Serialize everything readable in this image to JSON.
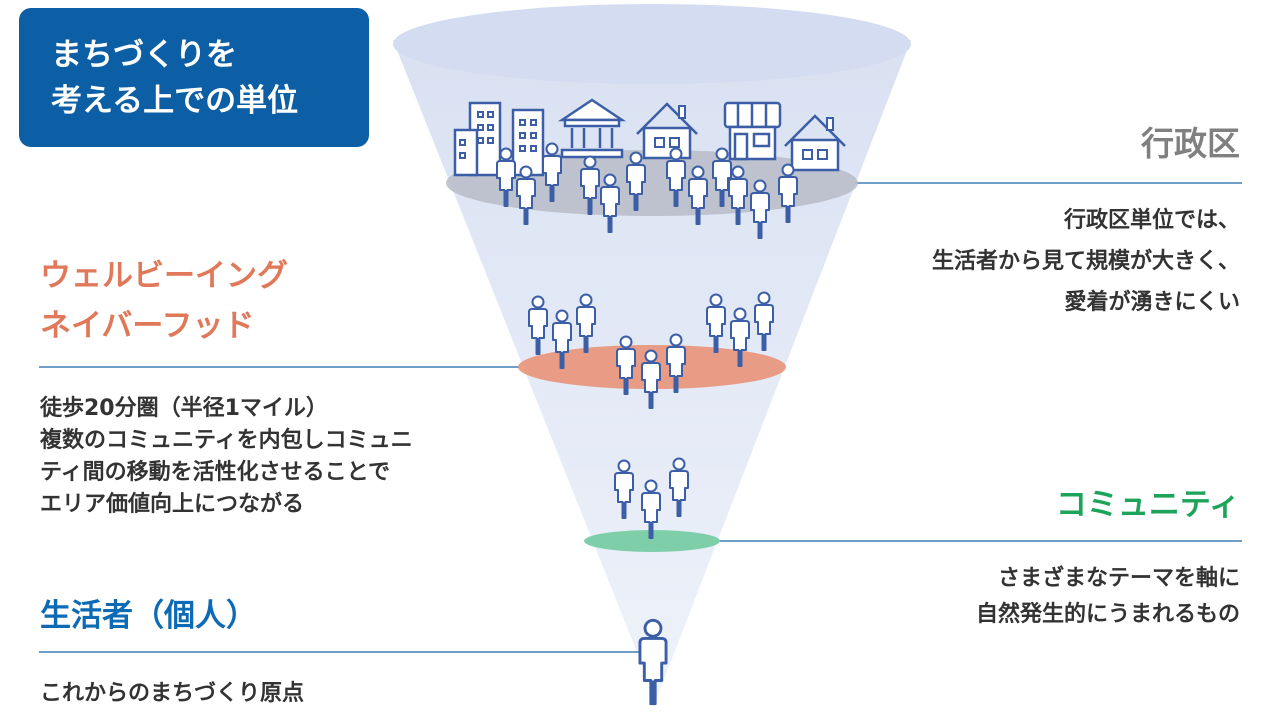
{
  "title": {
    "line1": "まちづくりを",
    "line2": "考える上での単位"
  },
  "colors": {
    "title_bg": "#0d5fa5",
    "funnel": "#dde4f3",
    "icon_stroke": "#3b5ea6",
    "gyoseiku": "#808080",
    "wellbeing": "#e0785a",
    "community": "#1ea35a",
    "individual": "#0d6ab5",
    "line_blue": "#3f7fb8"
  },
  "levels": {
    "gyoseiku": {
      "label": "行政区",
      "desc": [
        "行政区単位では、",
        "生活者から見て規模が大きく、",
        "愛着が湧きにくい"
      ]
    },
    "wellbeing": {
      "label": [
        "ウェルビーイング",
        "ネイバーフッド"
      ],
      "desc": [
        "徒歩20分圏（半径1マイル）",
        "複数のコミュニティを内包しコミュニ",
        "ティ間の移動を活性化させることで",
        "エリア価値向上につながる"
      ]
    },
    "community": {
      "label": "コミュニティ",
      "desc": [
        "さまざまなテーマを軸に",
        "自然発生的にうまれるもの"
      ]
    },
    "individual": {
      "label": "生活者（個人）",
      "desc": "これからのまちづくり原点"
    }
  },
  "icons": {
    "buildings": [
      "office-building",
      "office-building",
      "public-building",
      "house",
      "shop",
      "house"
    ],
    "person": "person-icon"
  }
}
